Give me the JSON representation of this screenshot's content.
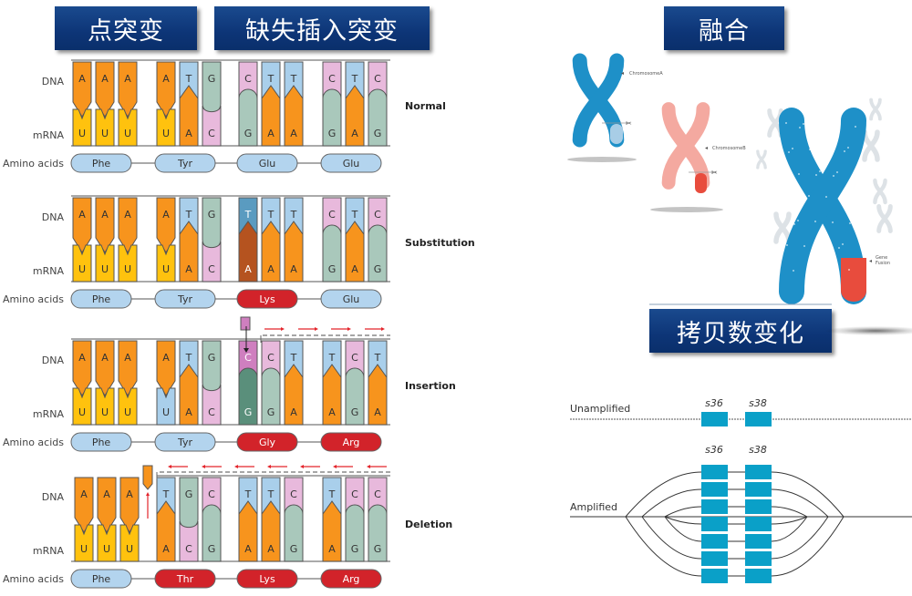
{
  "titles": {
    "point_mutation": "点突变",
    "indel_mutation": "缺失插入突变",
    "fusion": "融合",
    "copy_number": "拷贝数变化"
  },
  "row_labels": {
    "dna": "DNA",
    "mrna": "mRNA",
    "amino": "Amino acids"
  },
  "colors": {
    "A": "#f7941d",
    "T": "#a9cfeb",
    "G": "#a9c8bb",
    "C": "#e8b9dc",
    "U": "#ffc20e",
    "mut_T": "#5a9bc0",
    "mut_A": "#b5531f",
    "ins_C": "#cf7fbf",
    "ins_G": "#5a8f7b",
    "aa_normal": "#b3d4ee",
    "aa_mut": "#d2232a",
    "arrow_red": "#e3242b",
    "title_bg": "#0d3577",
    "chrom_blue": "#1e90c8",
    "chrom_pink": "#f4a9a0",
    "chrom_red": "#e84c3d",
    "segment": "#0aa0c8"
  },
  "panels": [
    {
      "name": "Normal",
      "codons": [
        {
          "dna": [
            "A",
            "A",
            "A"
          ],
          "mrna": [
            "U",
            "U",
            "U"
          ],
          "aa": "Phe",
          "mut": false
        },
        {
          "dna": [
            "A",
            "T",
            "G"
          ],
          "mrna": [
            "U",
            "A",
            "C"
          ],
          "aa": "Tyr",
          "mut": false
        },
        {
          "dna": [
            "C",
            "T",
            "T"
          ],
          "mrna": [
            "G",
            "A",
            "A"
          ],
          "aa": "Glu",
          "mut": false
        },
        {
          "dna": [
            "C",
            "T",
            "C"
          ],
          "mrna": [
            "G",
            "A",
            "G"
          ],
          "aa": "Glu",
          "mut": false
        }
      ]
    },
    {
      "name": "Substitution",
      "codons": [
        {
          "dna": [
            "A",
            "A",
            "A"
          ],
          "mrna": [
            "U",
            "U",
            "U"
          ],
          "aa": "Phe",
          "mut": false
        },
        {
          "dna": [
            "A",
            "T",
            "G"
          ],
          "mrna": [
            "U",
            "A",
            "C"
          ],
          "aa": "Tyr",
          "mut": false
        },
        {
          "dna": [
            "T*",
            "T",
            "T"
          ],
          "mrna": [
            "A*",
            "A",
            "A"
          ],
          "aa": "Lys",
          "mut": true
        },
        {
          "dna": [
            "C",
            "T",
            "C"
          ],
          "mrna": [
            "G",
            "A",
            "G"
          ],
          "aa": "Glu",
          "mut": false
        }
      ]
    },
    {
      "name": "Insertion",
      "codons": [
        {
          "dna": [
            "A",
            "A",
            "A"
          ],
          "mrna": [
            "U",
            "U",
            "U"
          ],
          "aa": "Phe",
          "mut": false
        },
        {
          "dna": [
            "A",
            "T",
            "G"
          ],
          "mrna": [
            "U",
            "A",
            "C"
          ],
          "aa": "Tyr",
          "mut": false
        },
        {
          "dna": [
            "C*",
            "C",
            "T"
          ],
          "mrna": [
            "G*",
            "G",
            "A"
          ],
          "aa": "Gly",
          "mut": true
        },
        {
          "dna": [
            "T",
            "C",
            "T"
          ],
          "mrna": [
            "A",
            "G",
            "A"
          ],
          "aa": "Arg",
          "mut": true
        }
      ]
    },
    {
      "name": "Deletion",
      "codons": [
        {
          "dna": [
            "A",
            "A",
            "A"
          ],
          "mrna": [
            "U",
            "U",
            "U"
          ],
          "aa": "Phe",
          "mut": false
        },
        {
          "dna": [
            "T",
            "G",
            "C"
          ],
          "mrna": [
            "A",
            "C",
            "G"
          ],
          "aa": "Thr",
          "mut": true
        },
        {
          "dna": [
            "T",
            "T",
            "C"
          ],
          "mrna": [
            "A",
            "A",
            "G"
          ],
          "aa": "Lys",
          "mut": true
        },
        {
          "dna": [
            "T",
            "C",
            "C"
          ],
          "mrna": [
            "A",
            "G",
            "G"
          ],
          "aa": "Arg",
          "mut": true
        }
      ]
    }
  ],
  "fusion": {
    "label_a": "ChromosomeA",
    "label_b": "ChromosomeB",
    "label_fusion_line1": "Gene",
    "label_fusion_line2": "Fusion"
  },
  "cnv": {
    "unamplified_label": "Unamplified",
    "amplified_label": "Amplified",
    "segment1": "s36",
    "segment2": "s38",
    "amplified_copies": 7
  }
}
